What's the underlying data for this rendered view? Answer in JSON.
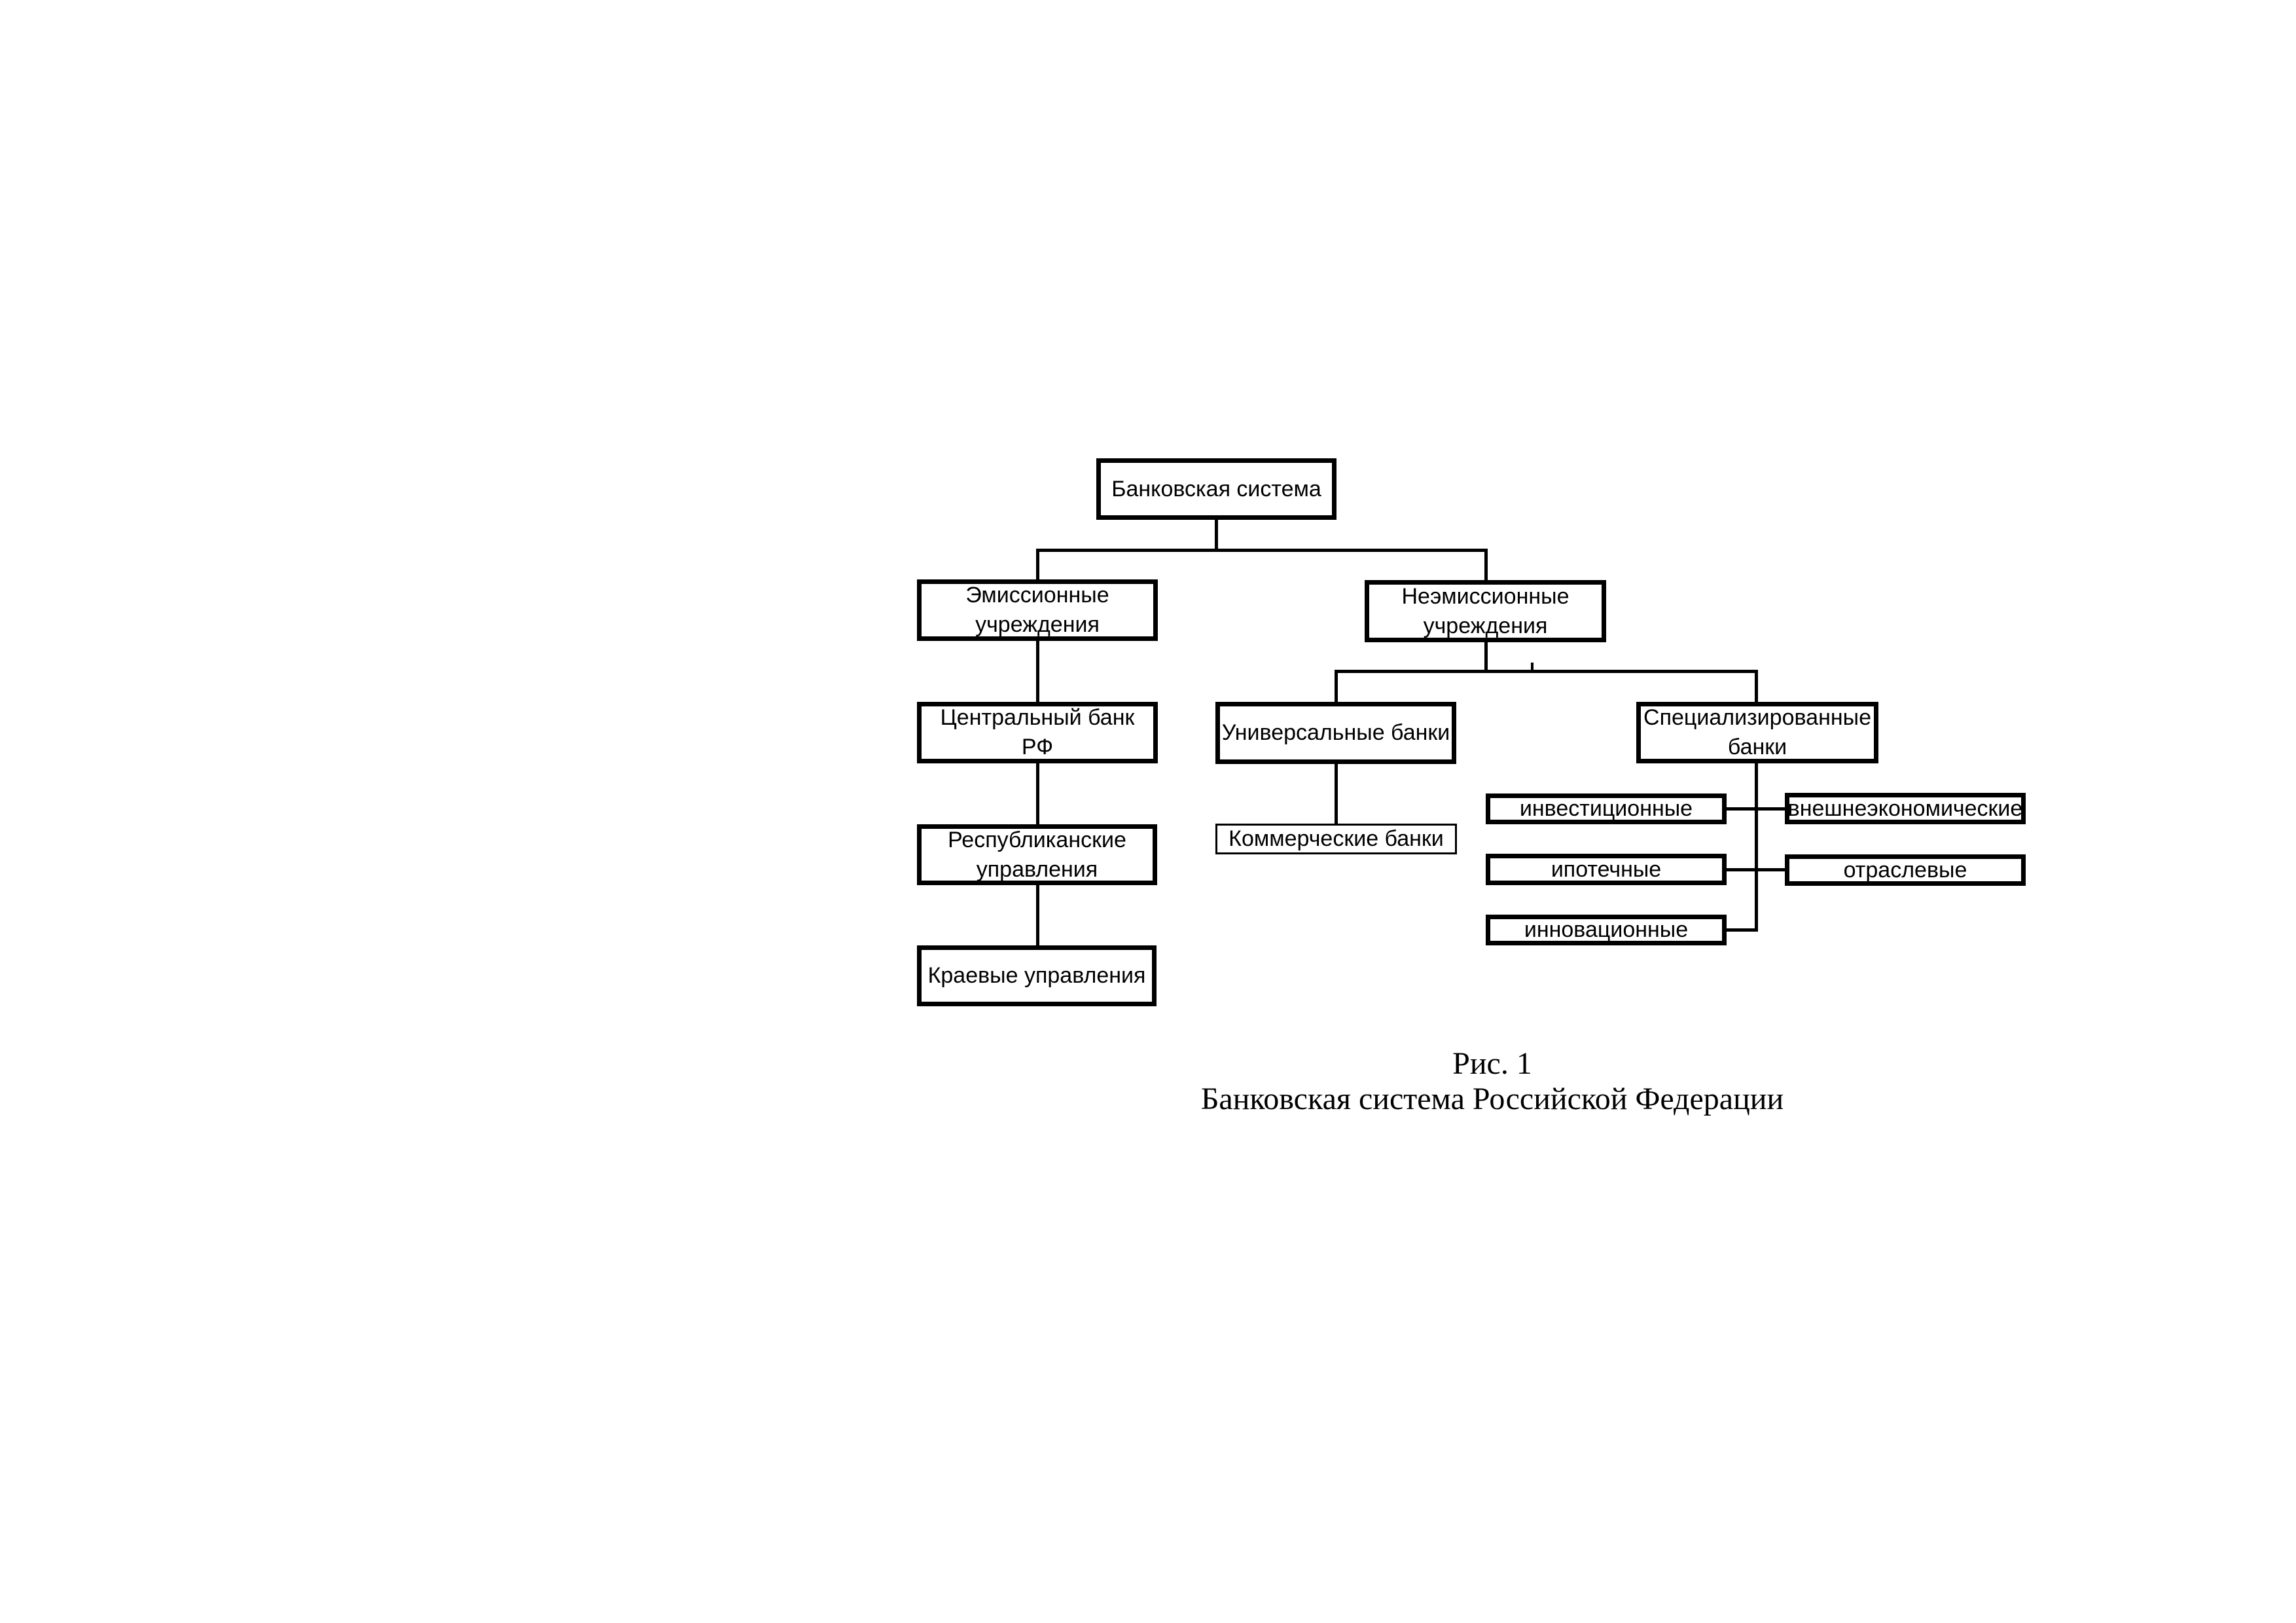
{
  "colors": {
    "ink": "#000000",
    "paper": "#ffffff"
  },
  "caption": {
    "line1": "Рис. 1",
    "line2": "Банковская система Российской Федерации"
  },
  "nodes": [
    {
      "id": "banking-system",
      "label": "Банковская система"
    },
    {
      "id": "emission",
      "label": "Эмиссионные\nучреждения"
    },
    {
      "id": "non-emission",
      "label": "Неэмиссионные\nучреждения"
    },
    {
      "id": "central-bank",
      "label": "Центральный банк РФ"
    },
    {
      "id": "republican",
      "label": "Республиканские\nуправления"
    },
    {
      "id": "regional",
      "label": "Краевые управления"
    },
    {
      "id": "universal",
      "label": "Универсальные банки"
    },
    {
      "id": "commercial",
      "label": "Коммерческие банки"
    },
    {
      "id": "specialized",
      "label": "Специализированные\nбанки"
    },
    {
      "id": "investment",
      "label": "инвестиционные"
    },
    {
      "id": "foreign-economic",
      "label": "внешнеэкономические"
    },
    {
      "id": "mortgage",
      "label": "ипотечные"
    },
    {
      "id": "industry",
      "label": "отраслевые"
    },
    {
      "id": "innovation",
      "label": "инновационные"
    }
  ],
  "hierarchy": [
    {
      "parent": "Банковская система",
      "children": [
        "Эмиссионные учреждения",
        "Неэмиссионные учреждения"
      ]
    },
    {
      "parent": "Эмиссионные учреждения",
      "children": [
        "Центральный банк РФ"
      ]
    },
    {
      "parent": "Центральный банк РФ",
      "children": [
        "Республиканские управления"
      ]
    },
    {
      "parent": "Республиканские управления",
      "children": [
        "Краевые управления"
      ]
    },
    {
      "parent": "Неэмиссионные учреждения",
      "children": [
        "Универсальные банки",
        "Специализированные банки"
      ]
    },
    {
      "parent": "Универсальные банки",
      "children": [
        "Коммерческие банки"
      ]
    },
    {
      "parent": "Специализированные банки",
      "children": [
        "инвестиционные",
        "внешнеэкономические",
        "ипотечные",
        "отраслевые",
        "инновационные"
      ]
    }
  ]
}
